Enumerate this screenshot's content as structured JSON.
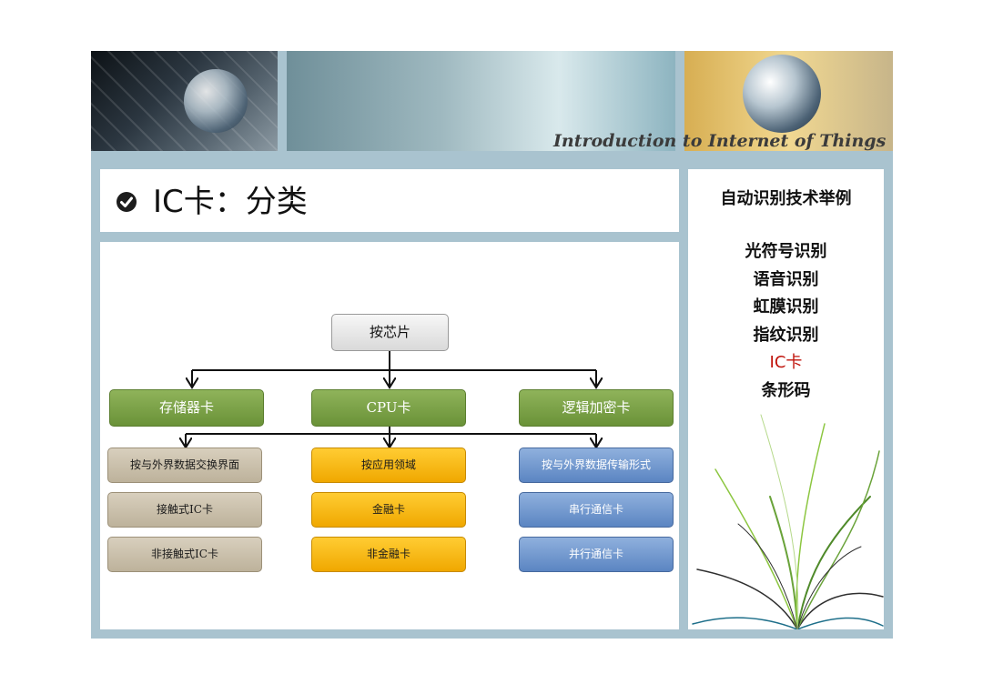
{
  "header": {
    "tagline": "Introduction to Internet of Things"
  },
  "title": {
    "text": "IC卡：分类"
  },
  "sidebar": {
    "title": "自动识别技术举例",
    "items": [
      {
        "label": "光符号识别",
        "highlight": false
      },
      {
        "label": "语音识别",
        "highlight": false
      },
      {
        "label": "虹膜识别",
        "highlight": false
      },
      {
        "label": "指纹识别",
        "highlight": false
      },
      {
        "label": "IC卡",
        "highlight": true
      },
      {
        "label": "条形码",
        "highlight": false
      }
    ]
  },
  "diagram": {
    "root": "按芯片",
    "columns": [
      {
        "category": "存储器卡",
        "color": "#d8cfbd",
        "items": [
          "按与外界数据交换界面",
          "接触式IC卡",
          "非接触式IC卡"
        ]
      },
      {
        "category": "CPU卡",
        "color": "#ffcc33",
        "items": [
          "按应用领域",
          "金融卡",
          "非金融卡"
        ]
      },
      {
        "category": "逻辑加密卡",
        "color": "#8fb0dd",
        "items": [
          "按与外界数据传输形式",
          "串行通信卡",
          "并行通信卡"
        ]
      }
    ]
  },
  "colors": {
    "accent_green": "#7aa347",
    "highlight_red": "#c0140c",
    "frame": "#a9c3cf"
  }
}
